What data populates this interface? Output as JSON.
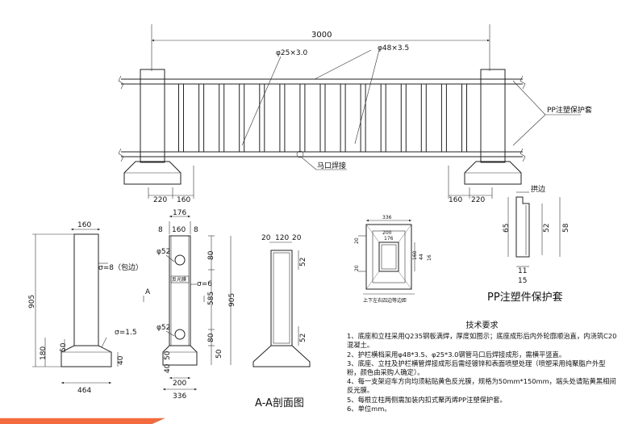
{
  "front_view": {
    "width_dim": "3000",
    "pipe_small_label": "φ25×3.0",
    "pipe_large_label": "φ48×3.5",
    "pp_cover_label": "PP注塑保护套",
    "weld_label": "马口焊接",
    "left_base_dims": [
      "220",
      "160"
    ],
    "right_base_dims": [
      "160",
      "220"
    ]
  },
  "post_elevation": {
    "top_dim": "160",
    "sigma8": "σ=8（包边）",
    "sigma15": "σ=1.5",
    "height_dim": "905",
    "base_dims": [
      "180",
      "50",
      "40"
    ],
    "base_width": "464"
  },
  "post_side": {
    "top_dims": [
      "176",
      "8",
      "160",
      "8"
    ],
    "phi52_a": "φ52",
    "phi52_b": "φ52",
    "sigma6": "σ=6",
    "reflector": "反光膜",
    "section_mark": "A",
    "right_dims": [
      "80",
      "585",
      "80",
      "50"
    ],
    "height_dim": "905",
    "base_dims": [
      "50",
      "40"
    ],
    "bottom_dims": [
      "200",
      "336"
    ]
  },
  "section_aa": {
    "top_dims": [
      "20",
      "120",
      "20"
    ],
    "right_dims": [
      "52",
      "52"
    ],
    "title": "A-A剖面图"
  },
  "base_plan": {
    "outer_dim": "336",
    "inner_dims": [
      "200",
      "176"
    ],
    "side_dims": [
      "160",
      "44",
      "16"
    ],
    "left_dims": [
      "20",
      "20"
    ],
    "note": "上下左右四边等边距"
  },
  "pp_cover": {
    "label_edge": "拱边",
    "dims": [
      "65",
      "52",
      "58",
      "11",
      "15"
    ],
    "title": "PP注塑件保护套"
  },
  "tech": {
    "title": "技术要求",
    "items": [
      "1、底座和立柱采用Q235钢板满焊，厚度如图示；底座成形后内外轮廓顺治直，内浇筑C20混凝土。",
      "2、护栏横档采用φ48*3.5、φ25*3.0钢管马口后焊接成形，需横平竖直。",
      "3、底座、立柱及护栏横管焊接成形后需经镀锌和表面喷塑处理（喷塑采用纯聚脂户外型粉，颜色由采购人确定）。",
      "4、每一支架迎车方向均须粘贴黄色反光膜，规格为50mm*150mm，端头处请贴黄黑相间反光膜。",
      "5、每根立柱两侧需加装内扣式聚丙烯PP注塑保护套。",
      "6、单位mm。"
    ]
  }
}
